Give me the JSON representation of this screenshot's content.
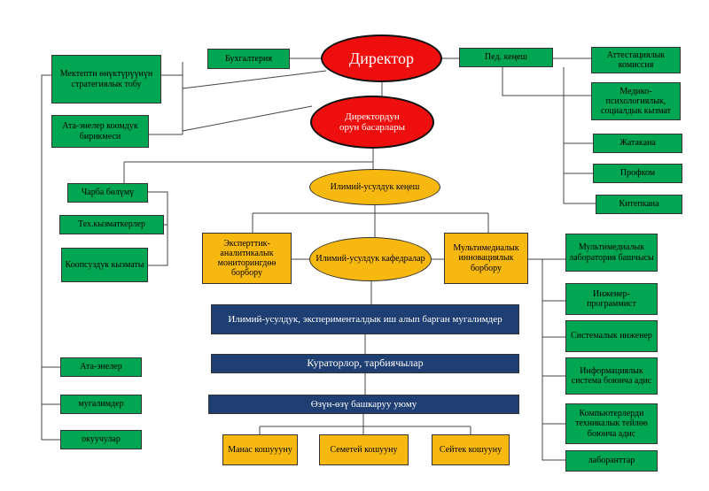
{
  "top": {
    "director": "Директор",
    "deputies": "Директордун\nорун басарлары",
    "accounting": "Бухгалтерия",
    "ped_council": "Пед. кеңеш",
    "strategy_group": "Мектепти өнүктүрүүнүн стратегиялык тобу",
    "parents_community": "Ата-энелер коомдук бирикмеси"
  },
  "right_col": [
    "Аттестациялык комиссия",
    "Медико-психологиялык, социалдык кызмат",
    "Жатакана",
    "Профком",
    "Китепкана"
  ],
  "science": {
    "council": "Илимий-усулдук кеңеш",
    "departments": "Илимий-усулдук кафедралар",
    "expert_center": "Эксперттик-аналитикалык мониторингдөө борбору",
    "multimedia_center": "Мультимедиалык инновациялык борбору"
  },
  "left_support": [
    "Чарба бөлүмү",
    "Тех.кызматкерлер",
    "Коопсуздук кызматы"
  ],
  "left_bottom": [
    "Ата-энелер",
    "мугалимдер",
    "окуучулар"
  ],
  "bars": {
    "teachers": "Илимий-усулдук, эксперименталдык иш алып барган мугалимдер",
    "curators": "Кураторлор, тарбиячылар",
    "self_gov": "Өзүн-өзү башкаруу уюму"
  },
  "houses": [
    "Манас кошуууну",
    "Семетей кошууну",
    "Сейтек кошууну"
  ],
  "multimedia_sub": [
    "Мультимедиалык лаборатория башчысы",
    "Инженер-программист",
    "Системалык инженер",
    "Информациялык система боюнча адис",
    "Компьютерлерди техникалык тейлөө боюнча адис",
    "лаборанттар"
  ]
}
